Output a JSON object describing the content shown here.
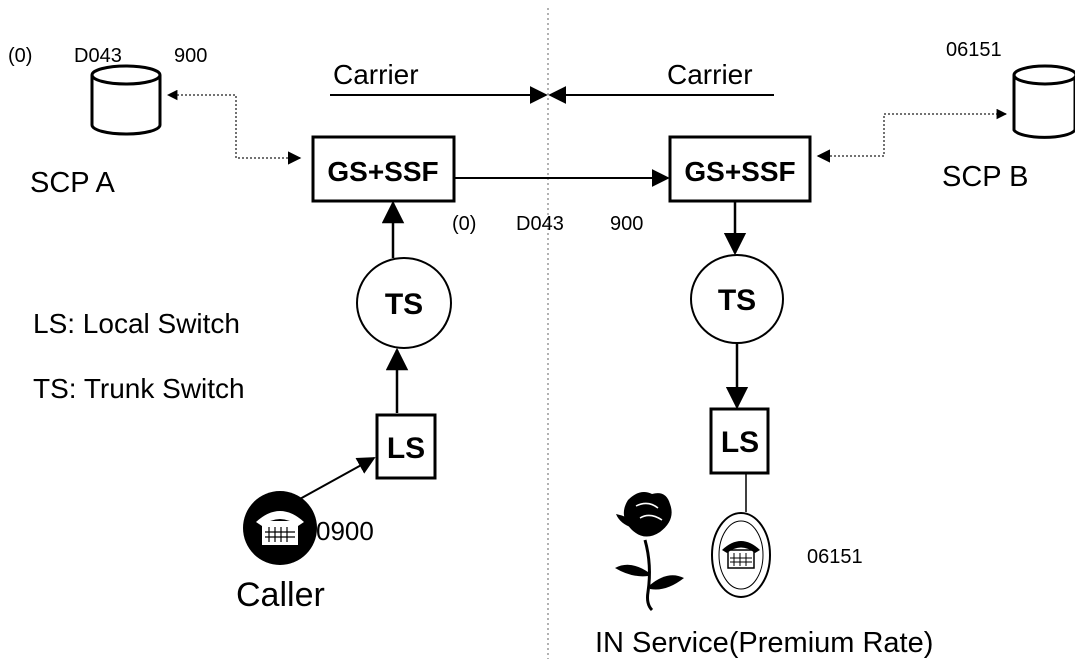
{
  "labels": {
    "scp_a_prefix": "(0)",
    "scp_a_number": "D043",
    "scp_a_suffix": "900",
    "scp_a_name": "SCP A",
    "scp_b_number": "06151",
    "scp_b_name": "SCP B",
    "carrier_left": "Carrier",
    "carrier_right": "Carrier",
    "gs_ssf_left": "GS+SSF",
    "gs_ssf_right": "GS+SSF",
    "routing_prefix": "(0)",
    "routing_number": "D043",
    "routing_suffix": "900",
    "ts_left": "TS",
    "ts_right": "TS",
    "ls_left": "LS",
    "ls_right": "LS",
    "legend_ls": "LS: Local Switch",
    "legend_ts": "TS: Trunk Switch",
    "caller_number": "0900",
    "caller": "Caller",
    "service_number": "06151",
    "service_name": "IN Service(Premium Rate)"
  },
  "icons": [
    "database-icon",
    "telephone-icon",
    "rose-icon"
  ]
}
